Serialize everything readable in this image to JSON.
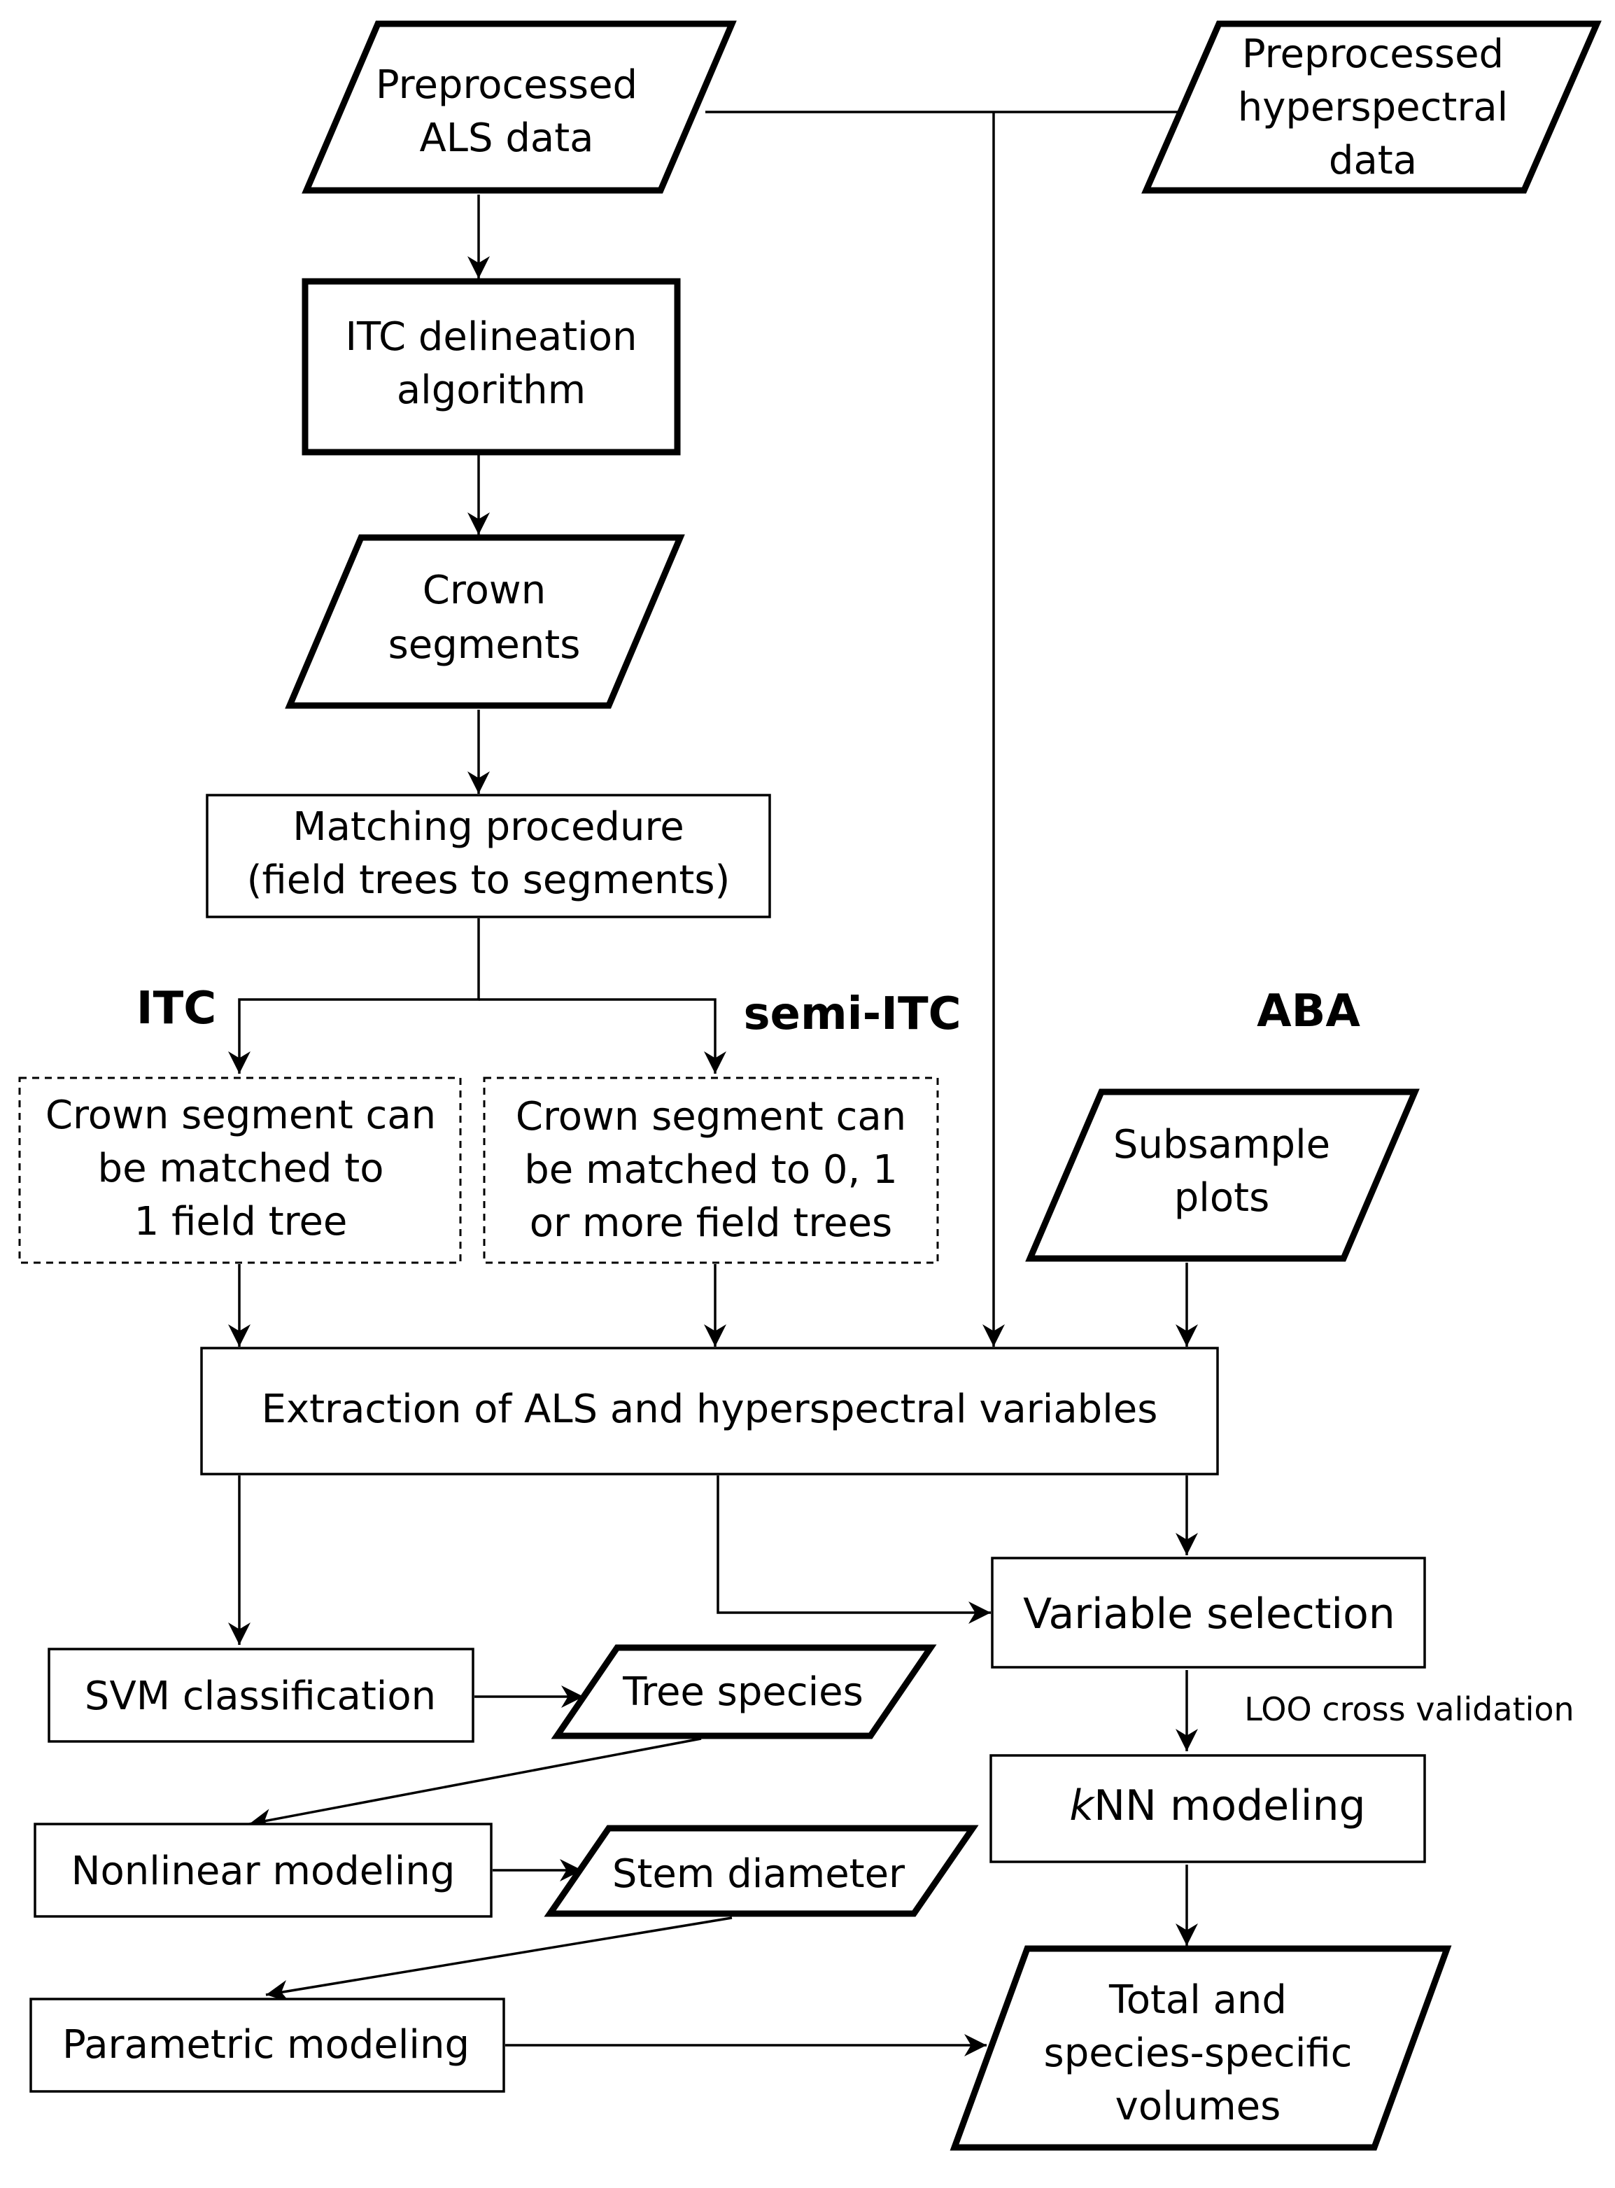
{
  "nodes": {
    "als_data": [
      "Preprocessed",
      "ALS data"
    ],
    "hyperspectral_data": [
      "Preprocessed",
      "hyperspectral",
      "data"
    ],
    "itc_delineation": [
      "ITC delineation",
      "algorithm"
    ],
    "crown_segments": [
      "Crown",
      "segments"
    ],
    "matching_procedure": [
      "Matching procedure",
      "(field trees to segments)"
    ],
    "itc_option": [
      "Crown segment can",
      "be matched to",
      "1 field tree"
    ],
    "semi_itc_option": [
      "Crown segment can",
      "be matched to 0, 1",
      "or more field trees"
    ],
    "subsample_plots": [
      "Subsample",
      "plots"
    ],
    "extraction": "Extraction of ALS and hyperspectral variables",
    "variable_selection": "Variable selection",
    "svm_classification": "SVM classification",
    "tree_species": "Tree species",
    "nonlinear_modeling": "Nonlinear modeling",
    "stem_diameter": "Stem diameter",
    "parametric_modeling": "Parametric modeling",
    "knn_modeling": {
      "italic": "k",
      "rest": "NN modeling"
    },
    "volumes": [
      "Total and",
      "species-specific",
      "volumes"
    ]
  },
  "branch_labels": {
    "itc": "ITC",
    "semi_itc": "semi-ITC",
    "aba": "ABA"
  },
  "edge_labels": {
    "loo": "LOO cross validation"
  }
}
